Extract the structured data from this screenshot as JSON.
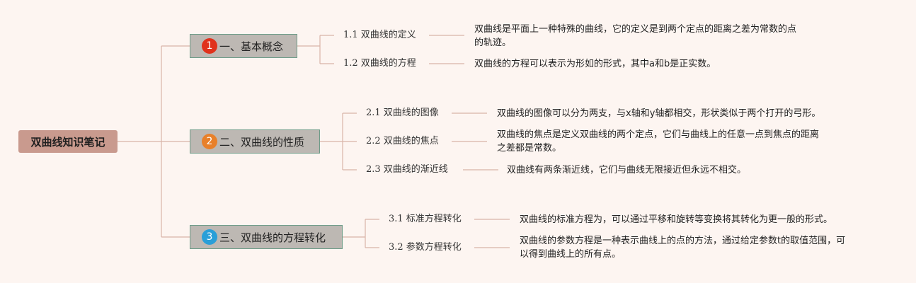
{
  "root": {
    "title": "双曲线知识笔记"
  },
  "colors": {
    "line": "#d9b4a8",
    "badge1": "#e0321c",
    "badge2": "#e8802a",
    "badge3": "#2a9fd8"
  },
  "branches": [
    {
      "badge": "1",
      "label": "一、基本概念",
      "topics": [
        {
          "label": "1.1 双曲线的定义",
          "desc": [
            "双曲线是平面上一种特殊的曲线，它的定义是到两个定点的距离之差为常数的点",
            "的轨迹。"
          ]
        },
        {
          "label": "1.2 双曲线的方程",
          "desc": [
            "双曲线的方程可以表示为形如的形式，其中a和b是正实数。"
          ]
        }
      ]
    },
    {
      "badge": "2",
      "label": "二、双曲线的性质",
      "topics": [
        {
          "label": "2.1 双曲线的图像",
          "desc": [
            "双曲线的图像可以分为两支，与x轴和y轴都相交，形状类似于两个打开的弓形。"
          ]
        },
        {
          "label": "2.2 双曲线的焦点",
          "desc": [
            "双曲线的焦点是定义双曲线的两个定点，它们与曲线上的任意一点到焦点的距离",
            "之差都是常数。"
          ]
        },
        {
          "label": "2.3 双曲线的渐近线",
          "desc": [
            "双曲线有两条渐近线，它们与曲线无限接近但永远不相交。"
          ]
        }
      ]
    },
    {
      "badge": "3",
      "label": "三、双曲线的方程转化",
      "topics": [
        {
          "label": "3.1 标准方程转化",
          "desc": [
            "双曲线的标准方程为，可以通过平移和旋转等变换将其转化为更一般的形式。"
          ]
        },
        {
          "label": "3.2 参数方程转化",
          "desc": [
            "双曲线的参数方程是一种表示曲线上的点的方法，通过给定参数t的取值范围，可",
            "以得到曲线上的所有点。"
          ]
        }
      ]
    }
  ]
}
